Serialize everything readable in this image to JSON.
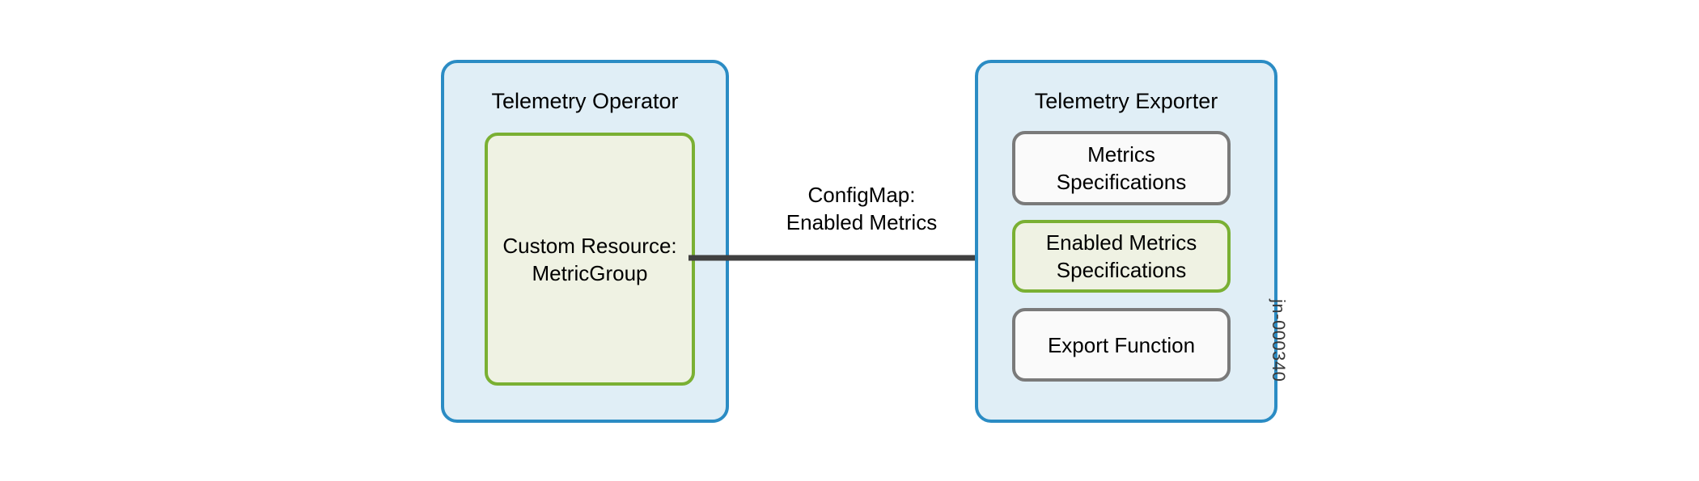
{
  "diagram": {
    "title": "Telemetry Operator and Telemetry Exporter data flow",
    "background_color": "#ffffff",
    "colors": {
      "group_border": "#2b8cc4",
      "group_fill": "#e0eef6",
      "green_border": "#7ab033",
      "green_fill": "#eff2e3",
      "gray_border": "#7a7a7a",
      "gray_fill": "#fafafa",
      "arrow": "#404040",
      "text": "#000000",
      "watermark": "#3a3a3a"
    },
    "groups": [
      {
        "id": "telemetry-operator",
        "title": "Telemetry Operator",
        "nodes": [
          {
            "id": "custom-resource",
            "label": "Custom Resource:\nMetricGroup",
            "style": "green"
          }
        ]
      },
      {
        "id": "telemetry-exporter",
        "title": "Telemetry Exporter",
        "nodes": [
          {
            "id": "metrics-specifications",
            "label": "Metrics\nSpecifications",
            "style": "gray"
          },
          {
            "id": "enabled-metrics-specifications",
            "label": "Enabled Metrics\nSpecifications",
            "style": "green"
          },
          {
            "id": "export-function",
            "label": "Export Function",
            "style": "gray"
          }
        ]
      }
    ],
    "connector": {
      "label": "ConfigMap:\nEnabled Metrics",
      "direction": "left-to-right",
      "from": "custom-resource",
      "to": "enabled-metrics-specifications"
    },
    "watermark": {
      "text": "jn-000340"
    }
  }
}
